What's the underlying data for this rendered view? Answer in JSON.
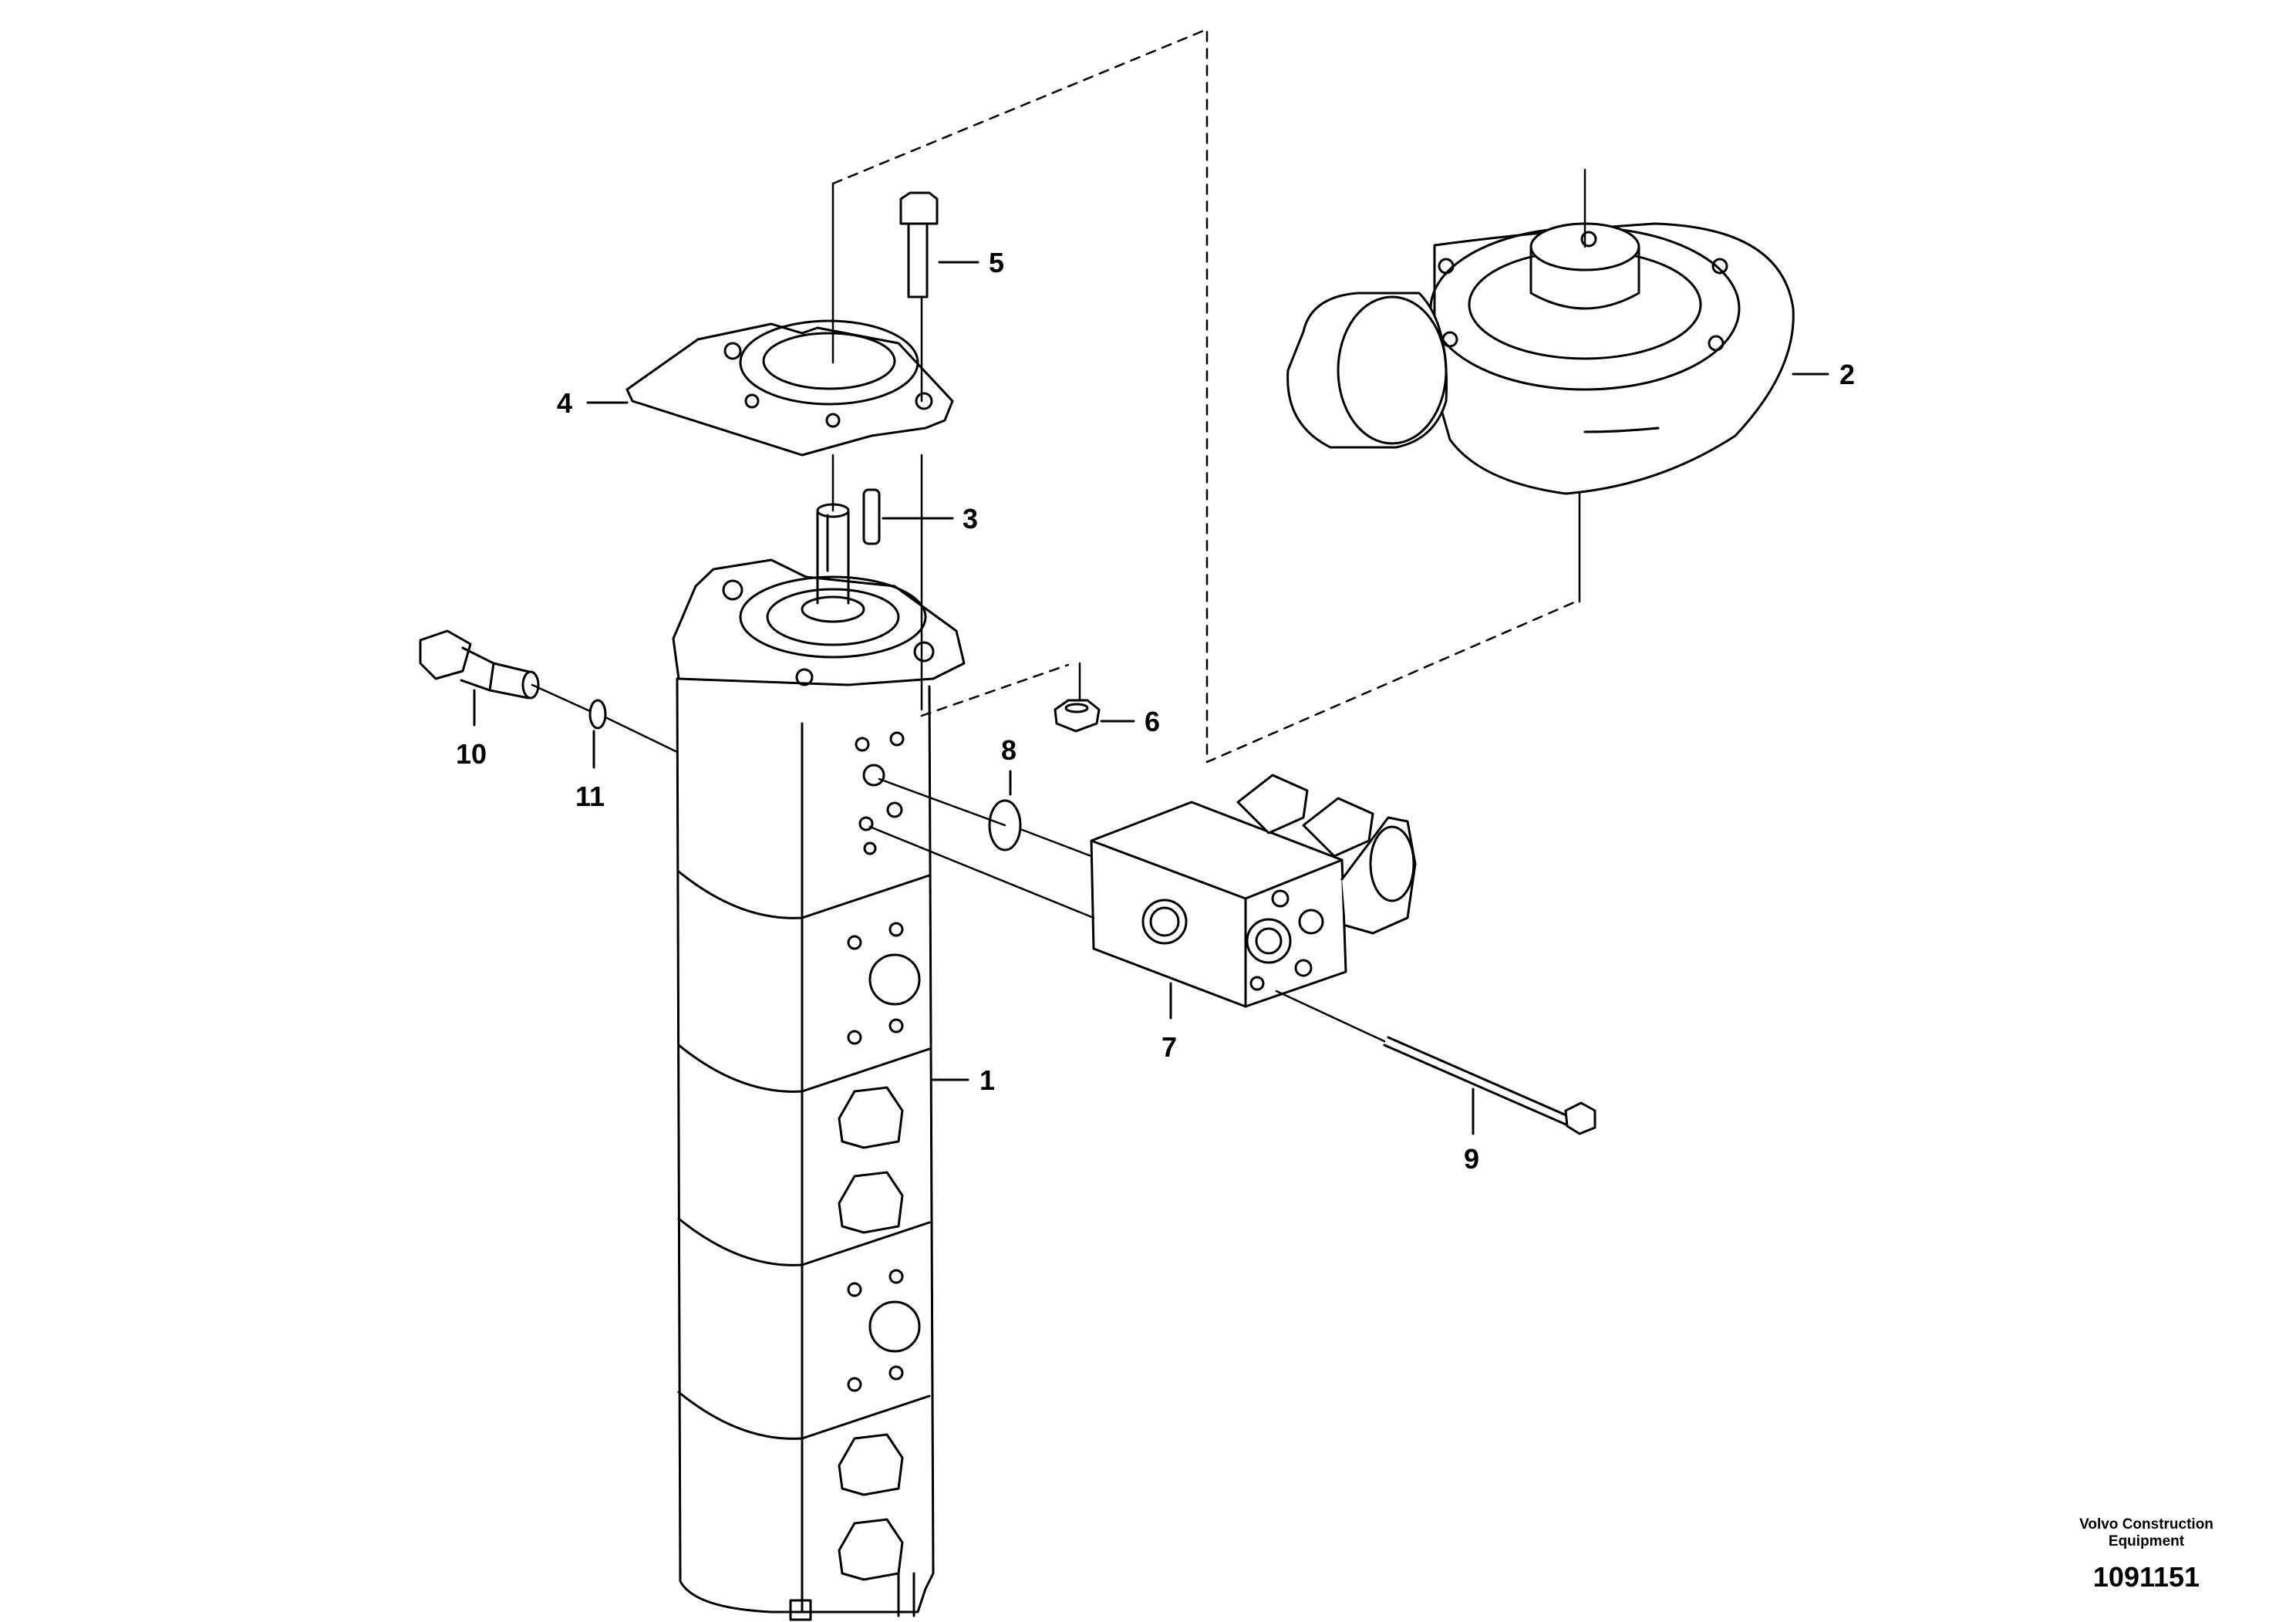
{
  "callouts": {
    "c1": "1",
    "c2": "2",
    "c3": "3",
    "c4": "4",
    "c5": "5",
    "c6": "6",
    "c7": "7",
    "c8": "8",
    "c9": "9",
    "c10": "10",
    "c11": "11"
  },
  "footer": {
    "brand_line1": "Volvo Construction",
    "brand_line2": "Equipment",
    "drawing_number": "1091151"
  }
}
